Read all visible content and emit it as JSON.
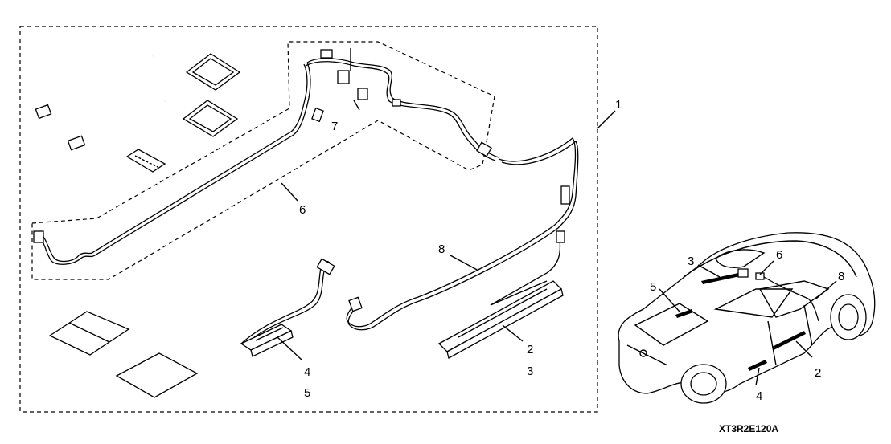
{
  "callouts": {
    "c1": "1",
    "c2": "2",
    "c3": "3",
    "c4": "4",
    "c5": "5",
    "c6": "6",
    "c7": "7",
    "c8": "8",
    "car_c2": "2",
    "car_c3": "3",
    "car_c4": "4",
    "car_c5": "5",
    "car_c6": "6",
    "car_c8": "8"
  },
  "diagram_code": "XT3R2E120A"
}
